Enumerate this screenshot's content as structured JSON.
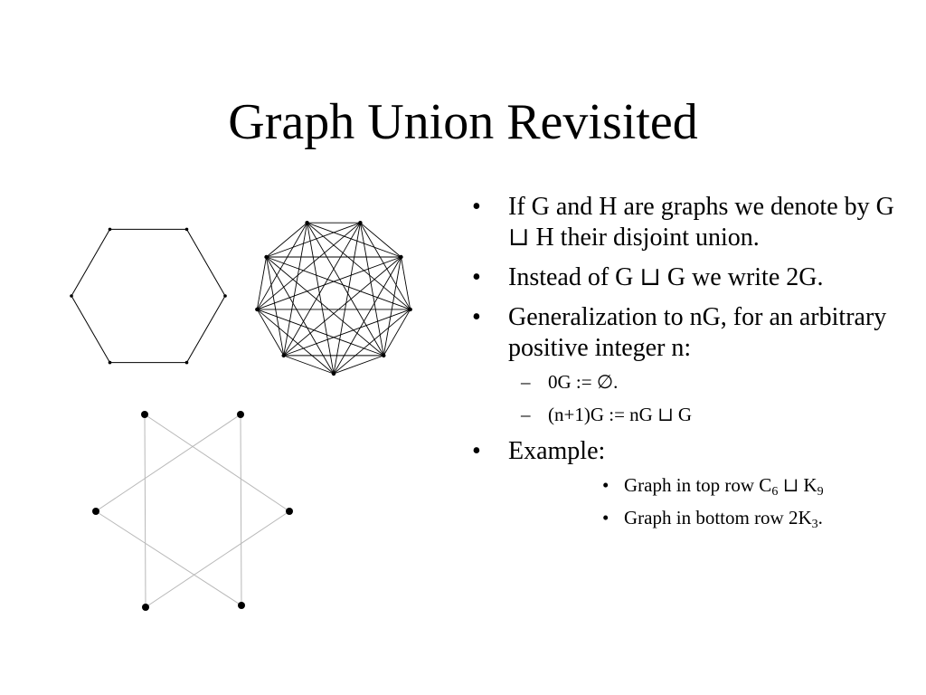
{
  "title": "Graph Union Revisited",
  "bullets": [
    {
      "text": "If  G and H are graphs we denote by G ⊔ H their disjoint union."
    },
    {
      "text": "Instead of  G  ⊔ G we write 2G."
    },
    {
      "text": "Generalization to  nG, for an arbitrary positive integer n:",
      "sub": [
        "0G := ∅.",
        "(n+1)G := nG ⊔ G"
      ]
    },
    {
      "text": "Example:"
    }
  ],
  "examples": [
    {
      "pre": "Graph in top row C",
      "sub1": "6",
      "mid": " ⊔ K",
      "sub2": "9",
      "post": ""
    },
    {
      "pre": "Graph in bottom row 2K",
      "sub1": "3",
      "post": "."
    }
  ],
  "graphs": {
    "hexagon": {
      "name": "C6",
      "vertices": 6
    },
    "complete": {
      "name": "K9",
      "vertices": 9
    },
    "two_triangles": {
      "name": "2K3",
      "vertices": 6
    }
  }
}
